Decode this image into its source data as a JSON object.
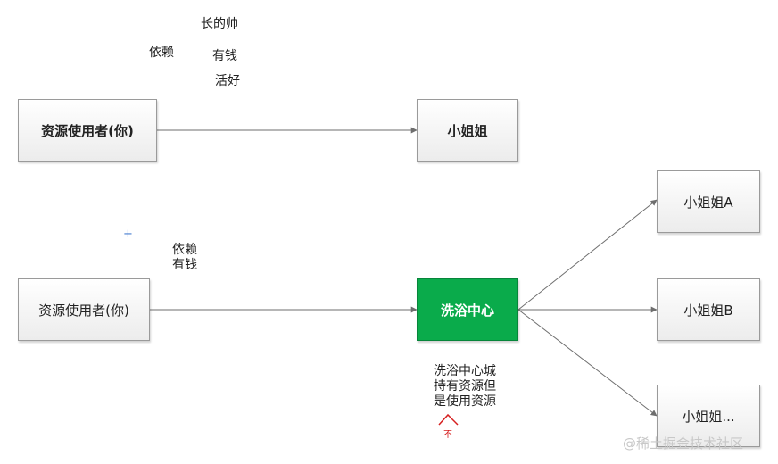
{
  "diagram_one": {
    "user_box": "资源使用者(你)",
    "target_box": "小姐姐",
    "edge_label": "依赖",
    "attributes": [
      "长的帅",
      "有钱",
      "活好"
    ]
  },
  "diagram_two": {
    "user_box": "资源使用者(你)",
    "center_box": "洗浴中心",
    "edge_label_lines": [
      "依赖",
      "有钱"
    ],
    "targets": [
      "小姐姐A",
      "小姐姐B",
      "小姐姐..."
    ],
    "note_lines": [
      "洗浴中心城",
      "持有资源但",
      "是使用资源"
    ],
    "insert_mark": "不",
    "plus_mark": "+"
  },
  "watermark": "@稀土掘金技术社区",
  "colors": {
    "center_fill": "#0aab4b",
    "insert_mark": "#d62020",
    "edge": "#6e6e6e"
  }
}
